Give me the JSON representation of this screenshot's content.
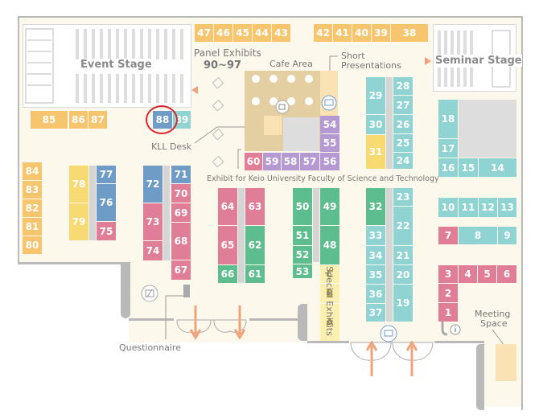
{
  "labels": {
    "event_stage": "Event Stage",
    "seminar_stage": "Seminar Stage",
    "panel_exhibits_title": "Panel Exhibits",
    "panel_exhibits_range": "90~97",
    "cafe_area": "Cafe Area",
    "short_presentations_1": "Short",
    "short_presentations_2": "Presentations",
    "kll_desk": "KLL Desk",
    "exhibit_keio": "Exhibit for Keio University Faculty of Science and Technology",
    "special_exhibits": "Special Exhibits",
    "questionnaire": "Questionnaire",
    "meeting_space_1": "Meeting",
    "meeting_space_2": "Space"
  },
  "colors": {
    "orange": "#f7c56e",
    "yellow": "#f8da72",
    "blue": "#6f9cc6",
    "pink": "#e07d97",
    "green": "#5ebd8e",
    "teal": "#8fd3d2",
    "purple": "#b499d3",
    "highlight": "#d9272e",
    "arrow": "#f0a37a"
  },
  "highlighted_booth": "88",
  "booths": [
    {
      "id": "b47",
      "label": "47"
    },
    {
      "id": "b46",
      "label": "46"
    },
    {
      "id": "b45",
      "label": "45"
    },
    {
      "id": "b44",
      "label": "44"
    },
    {
      "id": "b43",
      "label": "43"
    },
    {
      "id": "b42",
      "label": "42"
    },
    {
      "id": "b41",
      "label": "41"
    },
    {
      "id": "b40",
      "label": "40"
    },
    {
      "id": "b39",
      "label": "39"
    },
    {
      "id": "b38",
      "label": "38"
    },
    {
      "id": "b85",
      "label": "85"
    },
    {
      "id": "b86",
      "label": "86"
    },
    {
      "id": "b87",
      "label": "87"
    },
    {
      "id": "b88",
      "label": "88"
    },
    {
      "id": "b89",
      "label": "89"
    },
    {
      "id": "b84",
      "label": "84"
    },
    {
      "id": "b83",
      "label": "83"
    },
    {
      "id": "b82",
      "label": "82"
    },
    {
      "id": "b81",
      "label": "81"
    },
    {
      "id": "b80",
      "label": "80"
    },
    {
      "id": "b78",
      "label": "78"
    },
    {
      "id": "b79",
      "label": "79"
    },
    {
      "id": "b77",
      "label": "77"
    },
    {
      "id": "b76",
      "label": "76"
    },
    {
      "id": "b75",
      "label": "75"
    },
    {
      "id": "b72",
      "label": "72"
    },
    {
      "id": "b73",
      "label": "73"
    },
    {
      "id": "b74",
      "label": "74"
    },
    {
      "id": "b71",
      "label": "71"
    },
    {
      "id": "b70",
      "label": "70"
    },
    {
      "id": "b69",
      "label": "69"
    },
    {
      "id": "b68",
      "label": "68"
    },
    {
      "id": "b67",
      "label": "67"
    },
    {
      "id": "b64",
      "label": "64"
    },
    {
      "id": "b65",
      "label": "65"
    },
    {
      "id": "b66",
      "label": "66"
    },
    {
      "id": "b63",
      "label": "63"
    },
    {
      "id": "b62",
      "label": "62"
    },
    {
      "id": "b61",
      "label": "61"
    },
    {
      "id": "b60",
      "label": "60"
    },
    {
      "id": "b59",
      "label": "59"
    },
    {
      "id": "b58",
      "label": "58"
    },
    {
      "id": "b57",
      "label": "57"
    },
    {
      "id": "b56",
      "label": "56"
    },
    {
      "id": "b54",
      "label": "54"
    },
    {
      "id": "b55",
      "label": "55"
    },
    {
      "id": "b50",
      "label": "50"
    },
    {
      "id": "b51",
      "label": "51"
    },
    {
      "id": "b52",
      "label": "52"
    },
    {
      "id": "b53",
      "label": "53"
    },
    {
      "id": "b49",
      "label": "49"
    },
    {
      "id": "b48",
      "label": "48"
    },
    {
      "id": "bC",
      "label": "C"
    },
    {
      "id": "bB",
      "label": "B"
    },
    {
      "id": "bA",
      "label": "A"
    },
    {
      "id": "b29",
      "label": "29"
    },
    {
      "id": "b30",
      "label": "30"
    },
    {
      "id": "b31",
      "label": "31"
    },
    {
      "id": "b28",
      "label": "28"
    },
    {
      "id": "b27",
      "label": "27"
    },
    {
      "id": "b26",
      "label": "26"
    },
    {
      "id": "b25",
      "label": "25"
    },
    {
      "id": "b24",
      "label": "24"
    },
    {
      "id": "b32",
      "label": "32"
    },
    {
      "id": "b33",
      "label": "33"
    },
    {
      "id": "b34",
      "label": "34"
    },
    {
      "id": "b35",
      "label": "35"
    },
    {
      "id": "b36",
      "label": "36"
    },
    {
      "id": "b37",
      "label": "37"
    },
    {
      "id": "b23",
      "label": "23"
    },
    {
      "id": "b22",
      "label": "22"
    },
    {
      "id": "b21",
      "label": "21"
    },
    {
      "id": "b20",
      "label": "20"
    },
    {
      "id": "b19",
      "label": "19"
    },
    {
      "id": "b18",
      "label": "18"
    },
    {
      "id": "b17",
      "label": "17"
    },
    {
      "id": "b16",
      "label": "16"
    },
    {
      "id": "b15",
      "label": "15"
    },
    {
      "id": "b14",
      "label": "14"
    },
    {
      "id": "b10",
      "label": "10"
    },
    {
      "id": "b11",
      "label": "11"
    },
    {
      "id": "b12",
      "label": "12"
    },
    {
      "id": "b13",
      "label": "13"
    },
    {
      "id": "b7",
      "label": "7"
    },
    {
      "id": "b8",
      "label": "8"
    },
    {
      "id": "b9",
      "label": "9"
    },
    {
      "id": "b3",
      "label": "3"
    },
    {
      "id": "b4",
      "label": "4"
    },
    {
      "id": "b5",
      "label": "5"
    },
    {
      "id": "b6",
      "label": "6"
    },
    {
      "id": "b2",
      "label": "2"
    },
    {
      "id": "b1",
      "label": "1"
    }
  ]
}
